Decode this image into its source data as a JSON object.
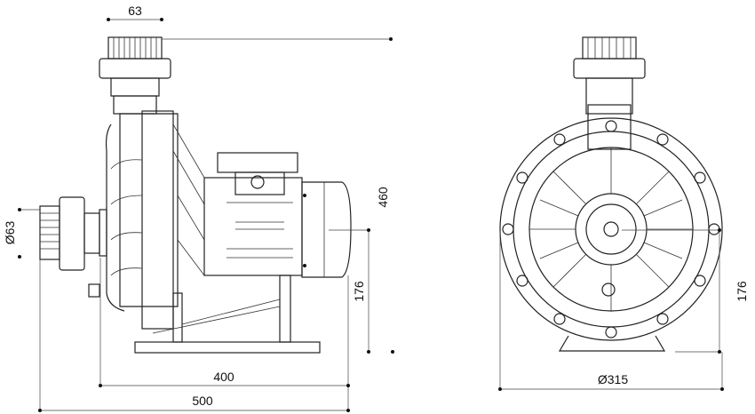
{
  "title": "Pump dimensional drawing",
  "side_view": {
    "dims": {
      "outlet_offset": "63",
      "height_total": "460",
      "inlet_diameter": "Ø63",
      "shaft_height": "176",
      "length_body": "400",
      "length_total": "500"
    }
  },
  "front_view": {
    "dims": {
      "shaft_height": "176",
      "housing_diameter": "Ø315"
    }
  }
}
